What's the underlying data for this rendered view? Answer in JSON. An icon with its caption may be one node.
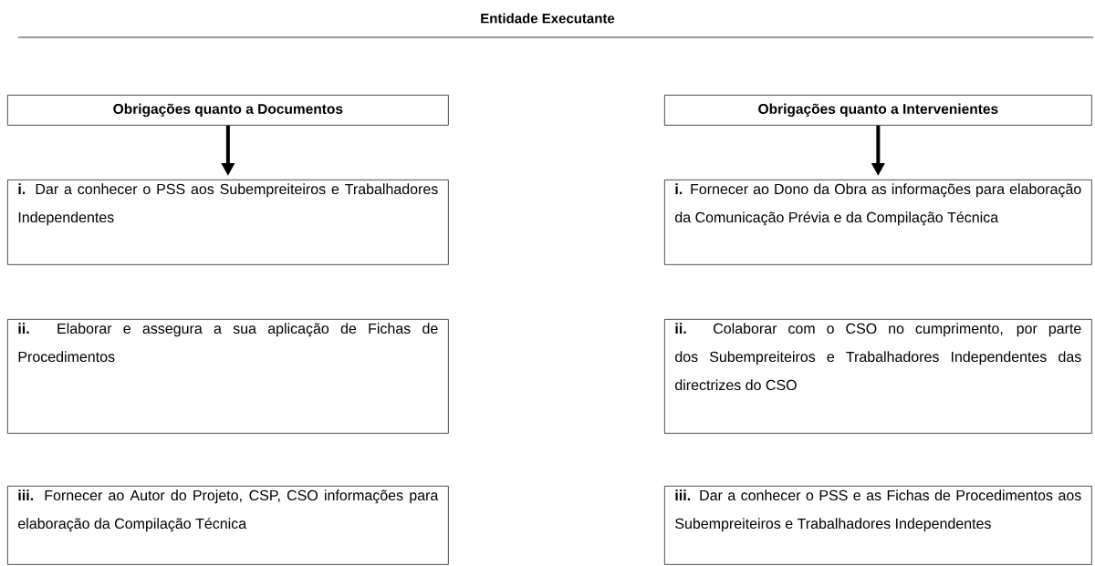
{
  "diagram": {
    "title": "Entidade Executante",
    "nodes": [
      {
        "text": [
          "Obrigações quanto a Documentos"
        ]
      },
      {
        "text": [
          "**i.** Dar a conhecer o PSS aos Subempreiteiros e Trabalhadores Independentes"
        ]
      },
      {
        "text": [
          "**ii.** Elaborar e assegura a sua aplicação de Fichas de Procedimentos"
        ]
      },
      {
        "text": [
          "**iii.** Fornecer ao Autor do Projeto, CSP, CSO informações para elaboração da Compilação Técnica"
        ]
      },
      {
        "text": [
          "Obrigações quanto a Intervenientes"
        ]
      },
      {
        "text": [
          "**i.** Fornecer ao Dono da Obra as informações para elaboração da Comunicação Prévia e da Compilação Técnica"
        ]
      },
      {
        "text": [
          "**ii.** Colaborar com o CSO no cumprimento, por parte dos Subempreiteiros e Trabalhadores Independentes das directrizes do CSO"
        ]
      },
      {
        "text": [
          "**iii.** Dar a conhecer o PSS e as Fichas de Procedimentos aos Subempreiteiros e Trabalhadores Independentes"
        ]
      }
    ],
    "edges": [
      {
        "from": 0,
        "to": 1,
        "arrow": "to"
      },
      {
        "from": 4,
        "to": 5,
        "arrow": "to"
      }
    ]
  }
}
